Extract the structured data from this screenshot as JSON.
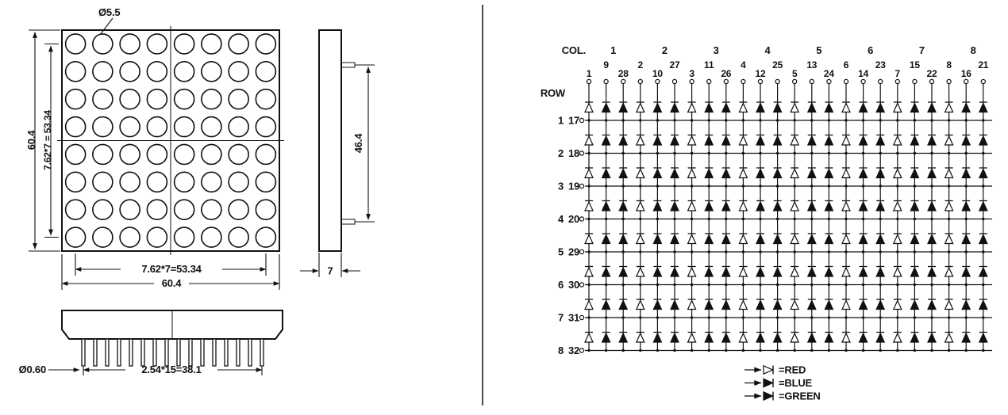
{
  "figure": {
    "title": "8x8 RGB LED dot matrix - mechanical drawing and internal circuit diagram"
  },
  "mechanical": {
    "front_view": {
      "hole_diameter_label": "Ø5.5",
      "height_outer_label": "60.4",
      "height_inner_label": "7.62*7 = 53.34",
      "width_inner_label": "7.62*7=53.34",
      "width_outer_label": "60.4",
      "hole_rows": 8,
      "hole_cols": 8
    },
    "side_view": {
      "pin_span_label": "46.4",
      "thickness_label": "7"
    },
    "bottom_view": {
      "pin_diameter_label": "Ø0.60",
      "pin_row_label": "2.54*15=38.1",
      "pin_count": 16
    }
  },
  "schematic": {
    "col_label": "COL.",
    "row_label": "ROW",
    "columns": [
      {
        "index": "1",
        "pins": [
          "1",
          "9",
          "28"
        ]
      },
      {
        "index": "2",
        "pins": [
          "2",
          "10",
          "27"
        ]
      },
      {
        "index": "3",
        "pins": [
          "3",
          "11",
          "26"
        ]
      },
      {
        "index": "4",
        "pins": [
          "4",
          "12",
          "25"
        ]
      },
      {
        "index": "5",
        "pins": [
          "5",
          "13",
          "24"
        ]
      },
      {
        "index": "6",
        "pins": [
          "6",
          "14",
          "23"
        ]
      },
      {
        "index": "7",
        "pins": [
          "7",
          "15",
          "22"
        ]
      },
      {
        "index": "8",
        "pins": [
          "8",
          "16",
          "21"
        ]
      }
    ],
    "rows": [
      {
        "index": "1",
        "pin": "17"
      },
      {
        "index": "2",
        "pin": "18"
      },
      {
        "index": "3",
        "pin": "19"
      },
      {
        "index": "4",
        "pin": "20"
      },
      {
        "index": "5",
        "pin": "29"
      },
      {
        "index": "6",
        "pin": "30"
      },
      {
        "index": "7",
        "pin": "31"
      },
      {
        "index": "8",
        "pin": "32"
      }
    ],
    "legend": [
      {
        "label": "=RED",
        "color": "red",
        "style": "open"
      },
      {
        "label": "=BLUE",
        "color": "blue",
        "style": "solid"
      },
      {
        "label": "=GREEN",
        "color": "green",
        "style": "solid"
      }
    ]
  }
}
